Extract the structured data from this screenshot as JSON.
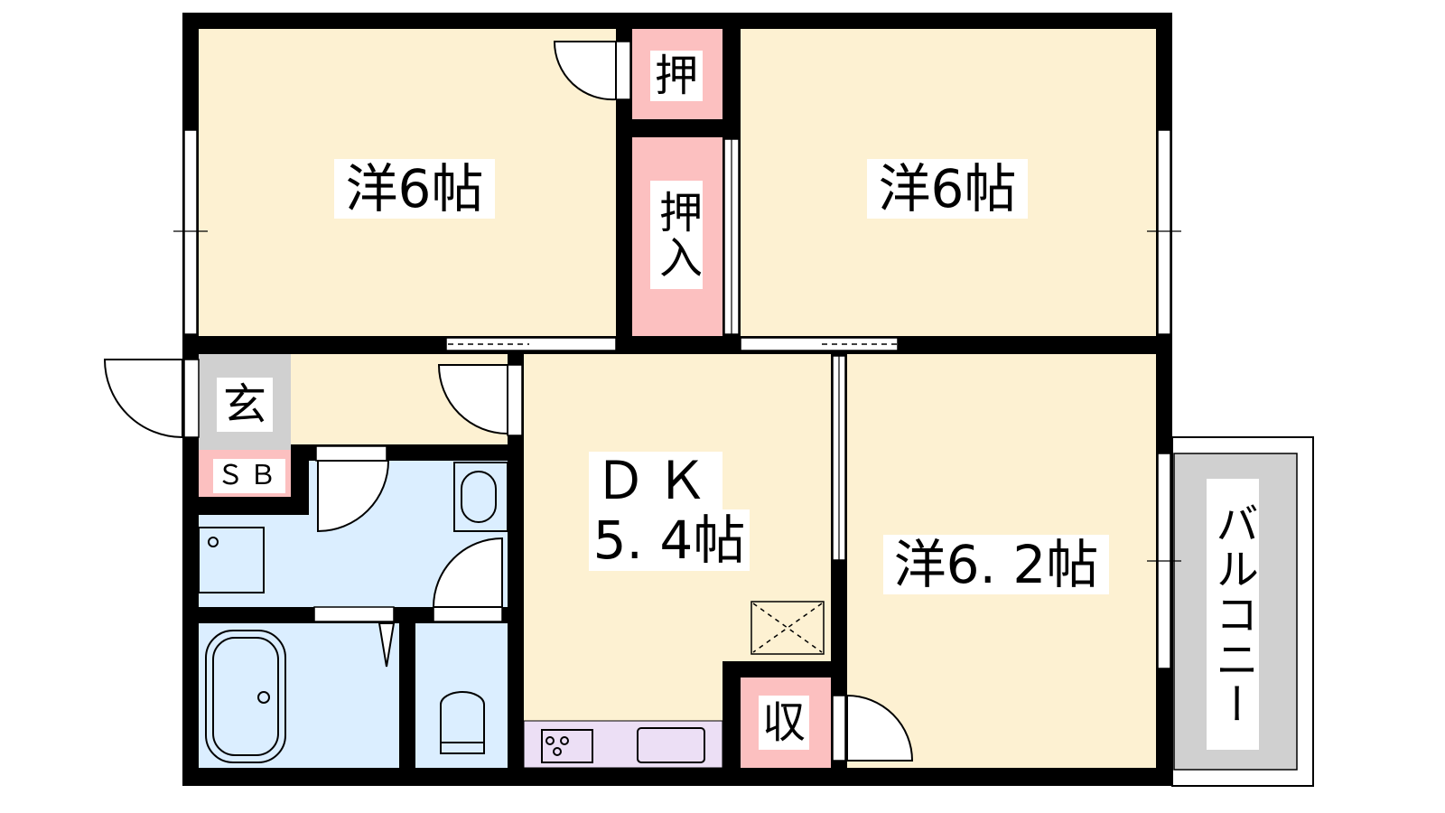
{
  "plan": {
    "rooms": {
      "western_left": "洋6帖",
      "closet_small": "押",
      "closet_large": "押入",
      "western_right": "洋6帖",
      "entrance": "玄",
      "shoe_box": "ＳＢ",
      "dk_name": "ＤＫ",
      "dk_size": "5. 4帖",
      "western_bottom": "洋6. 2帖",
      "storage": "収",
      "balcony": "バルコニー"
    },
    "colors": {
      "room": "#fdf1d2",
      "closet": "#fcc0c0",
      "wet_area": "#dbeeff",
      "entrance": "#d0d0d0",
      "kitchen": "#ecdff5",
      "wall": "#000000"
    }
  }
}
